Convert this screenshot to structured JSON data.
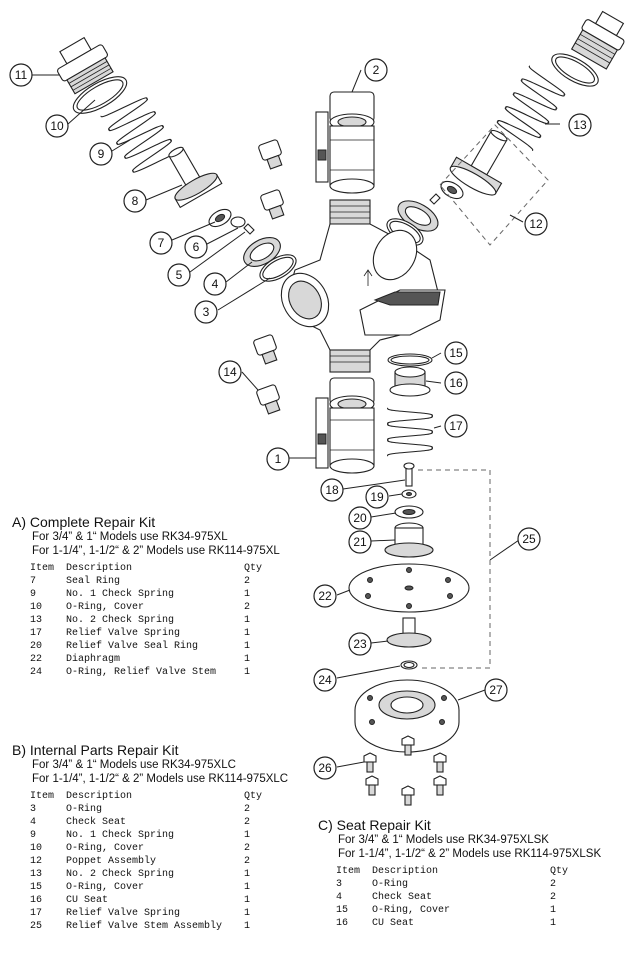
{
  "callouts": [
    "1",
    "2",
    "3",
    "4",
    "5",
    "6",
    "7",
    "8",
    "9",
    "10",
    "11",
    "12",
    "13",
    "14",
    "15",
    "16",
    "17",
    "18",
    "19",
    "20",
    "21",
    "22",
    "23",
    "24",
    "25",
    "26",
    "27"
  ],
  "kits": [
    {
      "title": "A) Complete Repair Kit",
      "lines": [
        "For 3/4” & 1“ Models use RK34-975XL",
        "For 1-1/4”, 1-1/2“ & 2” Models use RK114-975XL"
      ],
      "headers": [
        "Item",
        "Description",
        "Qty"
      ],
      "rows": [
        [
          "7",
          "Seal Ring",
          "2"
        ],
        [
          "9",
          "No. 1 Check Spring",
          "1"
        ],
        [
          "10",
          "O-Ring, Cover",
          "2"
        ],
        [
          "13",
          "No. 2 Check Spring",
          "1"
        ],
        [
          "17",
          "Relief Valve Spring",
          "1"
        ],
        [
          "20",
          "Relief Valve Seal Ring",
          "1"
        ],
        [
          "22",
          "Diaphragm",
          "1"
        ],
        [
          "24",
          "O-Ring, Relief Valve Stem",
          "1"
        ]
      ]
    },
    {
      "title": "B) Internal Parts Repair Kit",
      "lines": [
        "For 3/4” & 1“ Models use RK34-975XLC",
        "For 1-1/4”, 1-1/2“ & 2” Models use RK114-975XLC"
      ],
      "headers": [
        "Item",
        "Description",
        "Qty"
      ],
      "rows": [
        [
          "3",
          "O-Ring",
          "2"
        ],
        [
          "4",
          "Check Seat",
          "2"
        ],
        [
          "9",
          "No. 1 Check Spring",
          "1"
        ],
        [
          "10",
          "O-Ring, Cover",
          "2"
        ],
        [
          "12",
          "Poppet Assembly",
          "2"
        ],
        [
          "13",
          "No. 2 Check Spring",
          "1"
        ],
        [
          "15",
          "O-Ring, Cover",
          "1"
        ],
        [
          "16",
          "CU Seat",
          "1"
        ],
        [
          "17",
          "Relief Valve Spring",
          "1"
        ],
        [
          "25",
          "Relief Valve Stem Assembly",
          "1"
        ]
      ]
    },
    {
      "title": "C) Seat Repair Kit",
      "lines": [
        "For 3/4” & 1“ Models use RK34-975XLSK",
        "For 1-1/4”, 1-1/2“ & 2” Models use RK114-975XLSK"
      ],
      "headers": [
        "Item",
        "Description",
        "Qty"
      ],
      "rows": [
        [
          "3",
          "O-Ring",
          "2"
        ],
        [
          "4",
          "Check Seat",
          "2"
        ],
        [
          "15",
          "O-Ring, Cover",
          "1"
        ],
        [
          "16",
          "CU Seat",
          "1"
        ]
      ]
    }
  ]
}
